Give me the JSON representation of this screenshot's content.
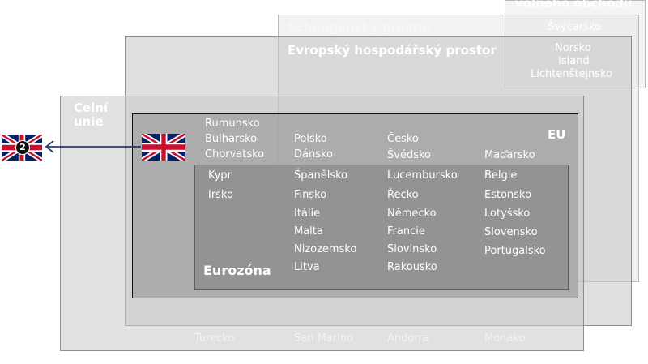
{
  "diagram": {
    "efta_title": "volného obchodu",
    "efta_members": [
      "Švýcarsko",
      "Norsko",
      "Island",
      "Lichtenštejnsko"
    ],
    "schengen_title": "Schengenský prostor",
    "eea_title": "Evropský hospodářský prostor",
    "customs_title_line1": "Celní",
    "customs_title_line2": "unie",
    "eu_title": "EU",
    "eurozone_title": "Eurozóna",
    "eu_non_euro": [
      "Rumunsko",
      "Bulharsko",
      "Chorvatsko"
    ],
    "schengen_non_euro": [
      "Polsko",
      "Dánsko",
      "Česko",
      "Švédsko",
      "Maďarsko"
    ],
    "euro_non_schengen": [
      "Kypr",
      "Irsko"
    ],
    "eurozone_col1": [
      "Španělsko",
      "Finsko",
      "Itálie",
      "Malta",
      "Nizozemsko",
      "Litva"
    ],
    "eurozone_col2": [
      "Lucembursko",
      "Řecko",
      "Německo",
      "Francie",
      "Slovinsko",
      "Rakousko"
    ],
    "eurozone_col3": [
      "Belgie",
      "Estonsko",
      "Lotyšsko",
      "Slovensko",
      "Portugalsko"
    ],
    "customs_union_only": [
      "Turecko",
      "San Marino",
      "Andorra",
      "Monako"
    ],
    "uk_badge": "2"
  },
  "colors": {
    "efta_fill": "#f4f4f4",
    "schengen_fill": "#eaeaea",
    "eea_fill": "#d8d8d8",
    "customs_fill": "#cacaca",
    "eu_fill": "#a3a3a3",
    "eurozone_fill": "#8e8e8e",
    "arrow": "#2a3a6e"
  }
}
